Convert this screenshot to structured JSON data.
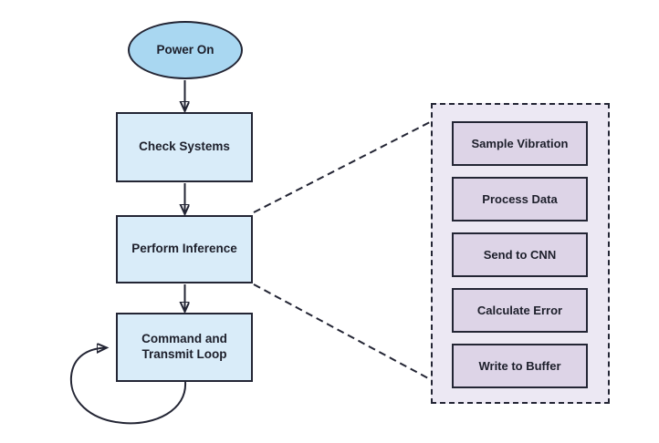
{
  "diagram": {
    "background": "#ffffff",
    "stroke_color": "#232534",
    "text_color": "#1d1f2b",
    "main_flow": {
      "start": {
        "label": "Power On",
        "shape": "ellipse",
        "fill": "#a9d7f1"
      },
      "steps": [
        {
          "label": "Check Systems",
          "shape": "rectangle",
          "fill": "#d9ecf9"
        },
        {
          "label": "Perform Inference",
          "shape": "rectangle",
          "fill": "#d9ecf9"
        },
        {
          "label": "Command and Transmit Loop",
          "shape": "rectangle",
          "fill": "#d9ecf9",
          "self_loop": true
        }
      ]
    },
    "detail_panel": {
      "expanded_from": "Perform Inference",
      "fill": "#ece8f3",
      "item_fill": "#ddd4e7",
      "border_style": "dashed",
      "items": [
        {
          "label": "Sample Vibration"
        },
        {
          "label": "Process Data"
        },
        {
          "label": "Send to CNN"
        },
        {
          "label": "Calculate Error"
        },
        {
          "label": "Write to Buffer"
        }
      ]
    }
  }
}
